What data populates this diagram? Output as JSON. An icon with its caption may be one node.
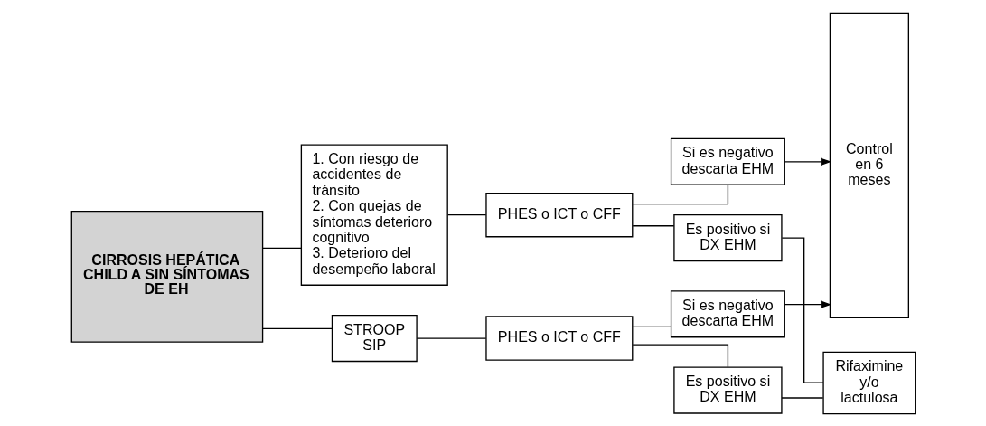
{
  "diagram": {
    "nodes": [
      {
        "text": [
          "CIRROSIS HEPÁTICA CHILD A SIN SÍNTOMAS DE EH"
        ]
      },
      {
        "text": [
          "1. Con riesgo de accidentes de tránsito",
          "2. Con quejas de síntomas deterioro cognitivo",
          "3. Deterioro del desempeño laboral"
        ]
      },
      {
        "text": [
          "PHES o ICT o CFF"
        ]
      },
      {
        "text": [
          "Si es negativo descarta EHM"
        ]
      },
      {
        "text": [
          "Es positivo si DX EHM"
        ]
      },
      {
        "text": [
          "STROOP SIP"
        ]
      },
      {
        "text": [
          "PHES o ICT o CFF"
        ]
      },
      {
        "text": [
          "Es positivo si DX EHM"
        ]
      },
      {
        "text": [
          "Si es negativo descarta EHM"
        ]
      },
      {
        "text": [
          "Rifaximine y/o lactulosa"
        ]
      },
      {
        "text": [
          "Control en 6 meses"
        ]
      }
    ],
    "edges": [
      {
        "from": 0,
        "to": 1,
        "arrow": "none"
      },
      {
        "from": 0,
        "to": 5,
        "arrow": "none"
      },
      {
        "from": 1,
        "to": 2,
        "arrow": "none"
      },
      {
        "from": 2,
        "to": 3,
        "arrow": "none"
      },
      {
        "from": 2,
        "to": 4,
        "arrow": "none"
      },
      {
        "from": 5,
        "to": 6,
        "arrow": "none"
      },
      {
        "from": 6,
        "to": 7,
        "arrow": "none"
      },
      {
        "from": 6,
        "to": 8,
        "arrow": "none"
      },
      {
        "from": 4,
        "to": 9,
        "arrow": "none"
      },
      {
        "from": 7,
        "to": 9,
        "arrow": "none"
      },
      {
        "from": 3,
        "to": 10,
        "arrow": "to"
      },
      {
        "from": 8,
        "to": 10,
        "arrow": "to"
      }
    ]
  }
}
